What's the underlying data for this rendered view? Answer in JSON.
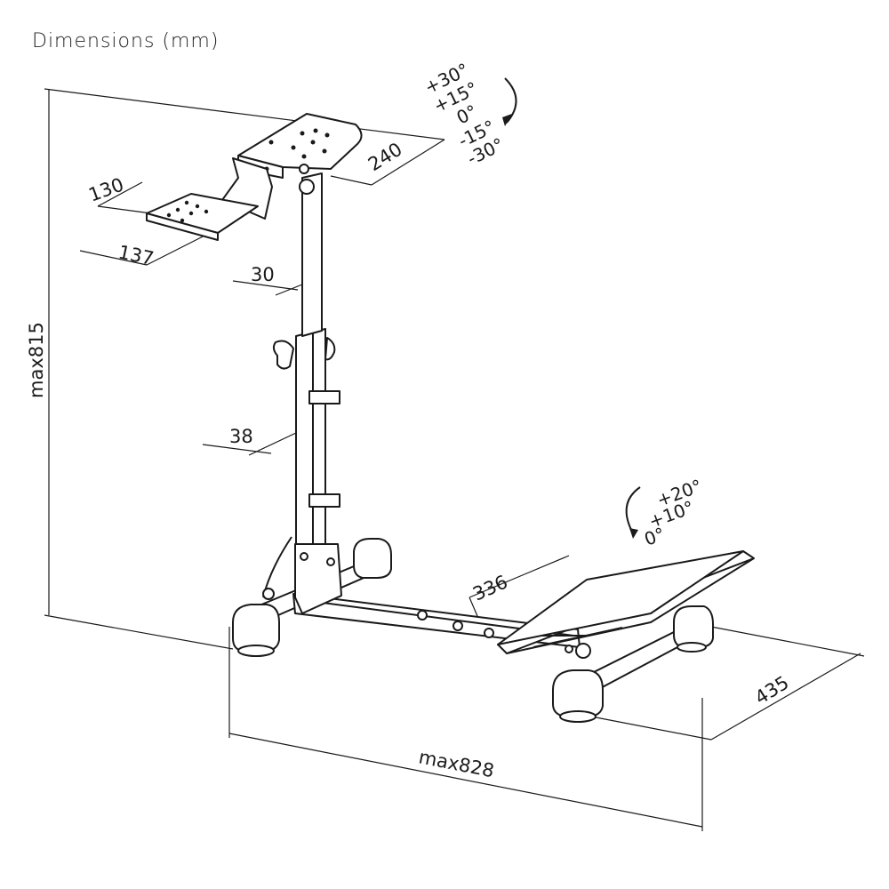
{
  "title": "Dimensions (mm)",
  "dimensions": {
    "wheel_plate_depth": "240",
    "shifter_plate_width": "130",
    "shifter_plate_depth": "137",
    "upper_tube": "30",
    "lower_tube": "38",
    "max_height": "max815",
    "pedal_plate_width": "336",
    "base_width": "435",
    "max_length": "max828"
  },
  "wheel_tilt_angles": [
    "+30°",
    "+15°",
    "0°",
    "-15°",
    "-30°"
  ],
  "pedal_tilt_angles": [
    "+20°",
    "+10°",
    "0°"
  ],
  "icons": [
    "wheel-mount-plate",
    "shifter-plate",
    "telescopic-column",
    "pedal-plate",
    "base-frame",
    "foot-caps"
  ]
}
